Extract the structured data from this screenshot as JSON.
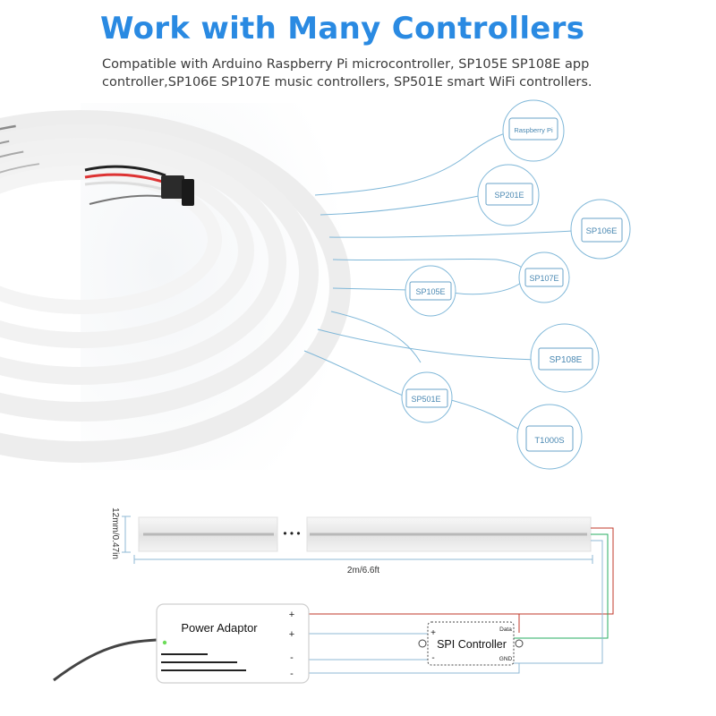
{
  "header": {
    "title": "Work with Many Controllers",
    "subtitle_line1": "Compatible with Arduino Raspberry Pi microcontroller,  SP105E SP108E app",
    "subtitle_line2": "controller,SP106E SP107E music controllers, SP501E smart WiFi controllers."
  },
  "controllers": [
    {
      "label": "Raspberry Pi"
    },
    {
      "label": "SP201E"
    },
    {
      "label": "SP106E"
    },
    {
      "label": "SP107E"
    },
    {
      "label": "SP105E"
    },
    {
      "label": "SP108E"
    },
    {
      "label": "SP501E"
    },
    {
      "label": "T1000S"
    }
  ],
  "diagram": {
    "height_label": "12mm/0.47in",
    "length_label": "2m/6.6ft",
    "ellipsis": "• • •",
    "power_adaptor": "Power Adaptor",
    "spi_controller": "SPI Controller",
    "plus": "+",
    "minus": "-",
    "data_label": "Data",
    "gnd_label": "GND"
  },
  "colors": {
    "title": "#2a8ae2",
    "accent_line": "#5aa9d6",
    "wire_red": "#c0392b",
    "wire_green": "#27ae60"
  }
}
